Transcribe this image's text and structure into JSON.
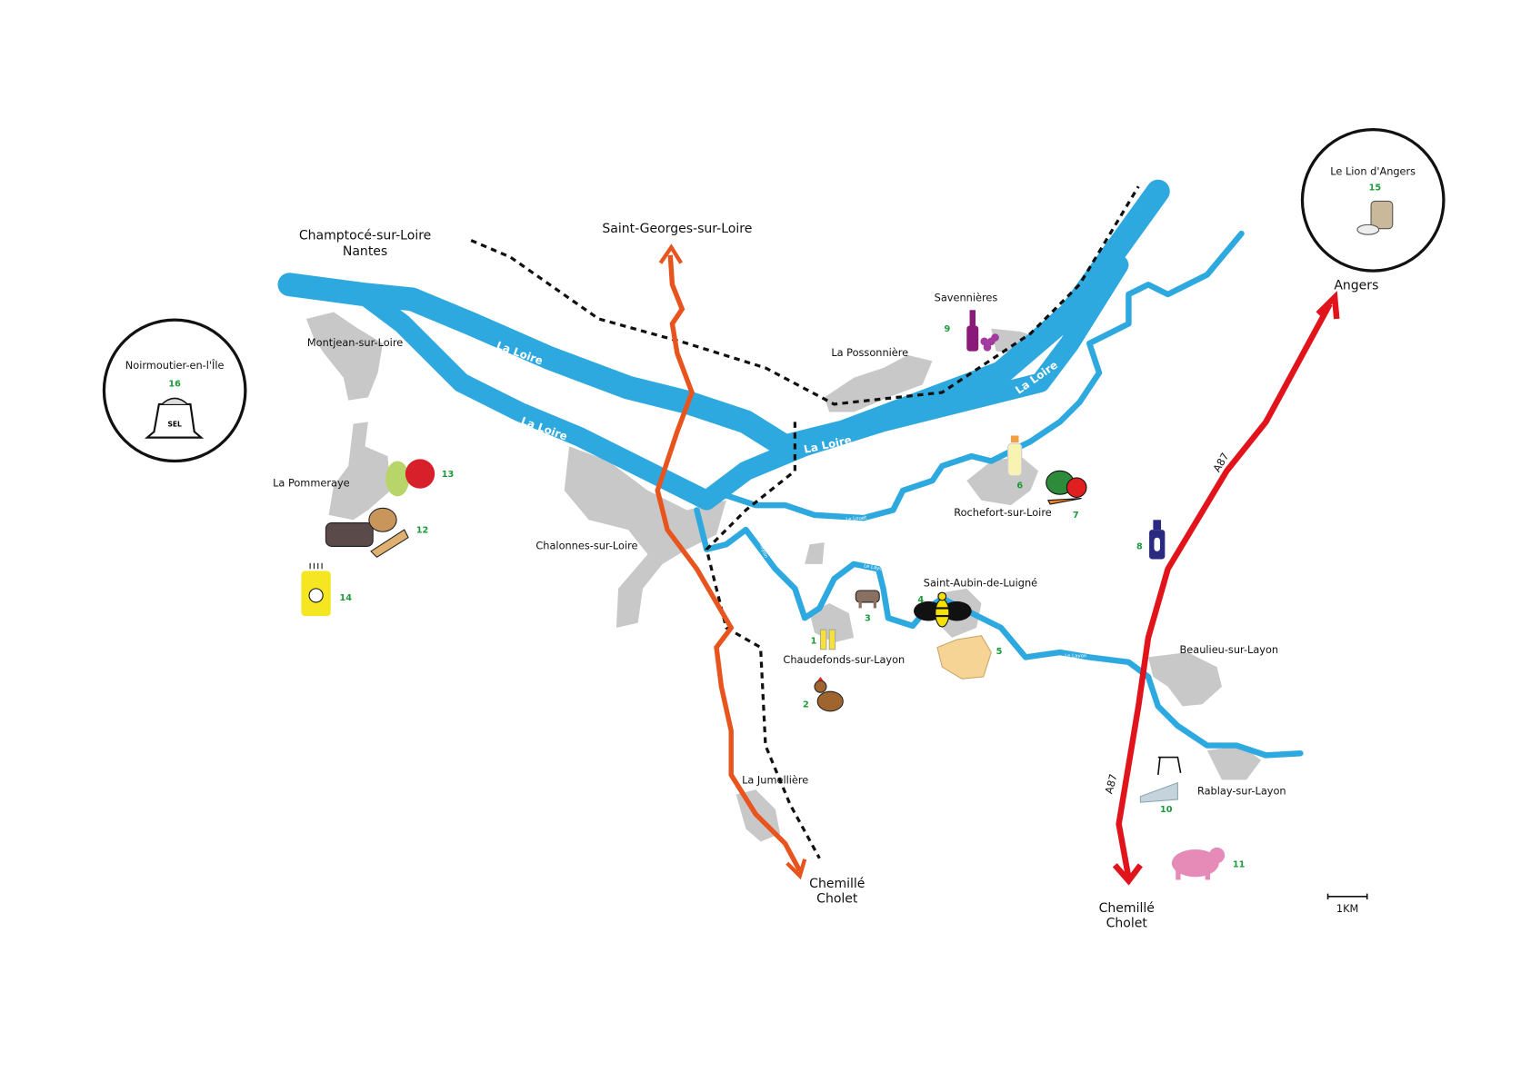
{
  "colors": {
    "river": "#2ea9e0",
    "town": "#c8c8c8",
    "road_orange": "#e8541e",
    "road_red": "#e1141c",
    "number": "#1a9a3a"
  },
  "destinations": {
    "champtoce": "Champtocé-sur-Loire",
    "nantes": "Nantes",
    "saint_georges": "Saint-Georges-sur-Loire",
    "angers": "Angers",
    "chemille_1": "Chemillé",
    "cholet_1": "Cholet",
    "chemille_2": "Chemillé",
    "cholet_2": "Cholet"
  },
  "towns": {
    "montjean": "Montjean-sur-Loire",
    "savennieres": "Savennières",
    "possonniere": "La Possonnière",
    "pommeraye": "La Pommeraye",
    "chalonnes": "Chalonnes-sur-Loire",
    "chaudefonds": "Chaudefonds-sur-Layon",
    "saint_aubin": "Saint-Aubin-de-Luigné",
    "rochefort": "Rochefort-sur-Loire",
    "beaulieu": "Beaulieu-sur-Layon",
    "rablay": "Rablay-sur-Layon",
    "jumelliere": "La Jumellière"
  },
  "rivers": {
    "loire": "La Loire",
    "louet": "Le Louet",
    "layon": "Le Layon"
  },
  "roads": {
    "a87": "A87"
  },
  "insets": {
    "noirmoutier": {
      "name": "Noirmoutier-en-l'Île",
      "number": "16",
      "icon_text": "SEL"
    },
    "lion": {
      "name": "Le Lion d'Angers",
      "number": "15"
    }
  },
  "producers": [
    {
      "number": "1",
      "icon": "beer-bottles-icon"
    },
    {
      "number": "2",
      "icon": "chicken-icon"
    },
    {
      "number": "3",
      "icon": "cow-icon"
    },
    {
      "number": "4",
      "icon": "bee-icon"
    },
    {
      "number": "5",
      "icon": "pasta-icon"
    },
    {
      "number": "6",
      "icon": "juice-bottle-icon"
    },
    {
      "number": "7",
      "icon": "vegetables-icon"
    },
    {
      "number": "8",
      "icon": "spray-bottle-icon"
    },
    {
      "number": "9",
      "icon": "wine-grapes-icon"
    },
    {
      "number": "10",
      "icon": "goat-cheese-icon"
    },
    {
      "number": "11",
      "icon": "pig-icon"
    },
    {
      "number": "12",
      "icon": "bread-icon"
    },
    {
      "number": "13",
      "icon": "apple-pear-icon"
    },
    {
      "number": "14",
      "icon": "honey-jar-icon"
    }
  ],
  "scale": {
    "label": "1KM"
  }
}
